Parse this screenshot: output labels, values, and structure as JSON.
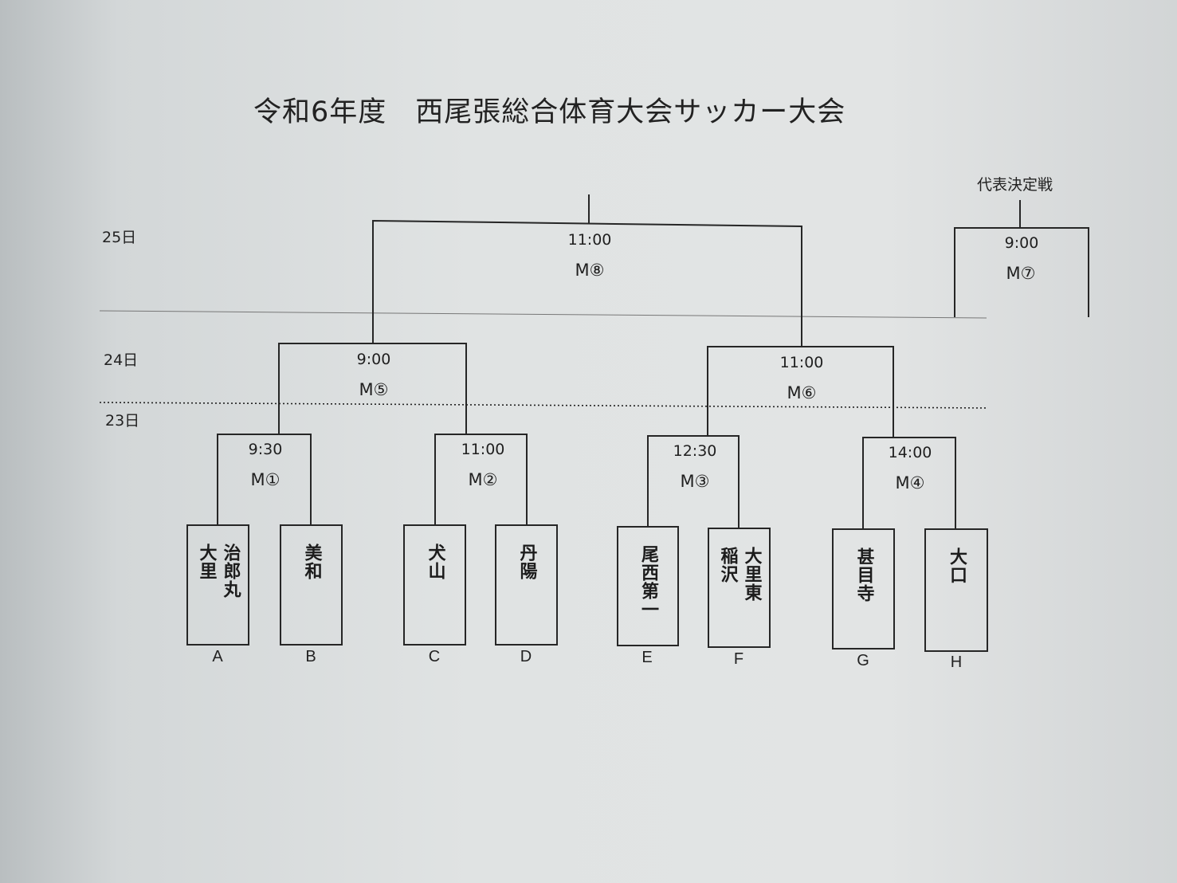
{
  "title": "令和6年度　西尾張総合体育大会サッカー大会",
  "days": {
    "d25": "25日",
    "d24": "24日",
    "d23": "23日"
  },
  "final_label": "代表決定戦",
  "matches": {
    "m1": {
      "time": "9:30",
      "label": "M①"
    },
    "m2": {
      "time": "11:00",
      "label": "M②"
    },
    "m3": {
      "time": "12:30",
      "label": "M③"
    },
    "m4": {
      "time": "14:00",
      "label": "M④"
    },
    "m5": {
      "time": "9:00",
      "label": "M⑤"
    },
    "m6": {
      "time": "11:00",
      "label": "M⑥"
    },
    "m7": {
      "time": "9:00",
      "label": "M⑦"
    },
    "m8": {
      "time": "11:00",
      "label": "M⑧"
    }
  },
  "teams": [
    {
      "letter": "A",
      "col1": "大里",
      "col2": "治郎丸"
    },
    {
      "letter": "B",
      "col1": "美和",
      "col2": ""
    },
    {
      "letter": "C",
      "col1": "犬山",
      "col2": ""
    },
    {
      "letter": "D",
      "col1": "丹陽",
      "col2": ""
    },
    {
      "letter": "E",
      "col1": "尾西第一",
      "col2": ""
    },
    {
      "letter": "F",
      "col1": "稲沢",
      "col2": "大里東"
    },
    {
      "letter": "G",
      "col1": "甚目寺",
      "col2": ""
    },
    {
      "letter": "H",
      "col1": "大口",
      "col2": ""
    }
  ]
}
